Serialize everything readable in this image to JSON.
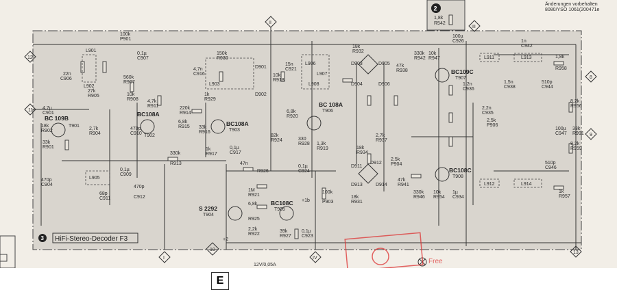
{
  "header": {
    "note_line1": "Änderungen vorbehalten",
    "note_line2": "8080/YSO 1061(200471e"
  },
  "board": {
    "number": "3",
    "title": "HiFi-Stereo-Decoder F3",
    "top_module_number": "2"
  },
  "figure_label": "E",
  "connectors": [
    "12",
    "11",
    "8",
    "9",
    "II",
    "III",
    "I",
    "IV",
    "10",
    "13",
    "+2",
    "+1b"
  ],
  "transistors": [
    {
      "type": "BC 109B",
      "ref": "T901"
    },
    {
      "type": "BC108A",
      "ref": "T902"
    },
    {
      "type": "BC108A",
      "ref": "T903"
    },
    {
      "type": "S 2292",
      "ref": "T904"
    },
    {
      "type": "BC108C",
      "ref": "T905"
    },
    {
      "type": "BC 108A",
      "ref": "T906"
    },
    {
      "type": "BC109C",
      "ref": "T907"
    },
    {
      "type": "BC108C",
      "ref": "T908"
    }
  ],
  "components": [
    {
      "value": "1,8k",
      "ref": "R542"
    },
    {
      "value": "100µ",
      "ref": "C926"
    },
    {
      "value": "100k",
      "ref": "P901"
    },
    {
      "value": "0,1µ",
      "ref": "C907"
    },
    {
      "value": "22n",
      "ref": "C906"
    },
    {
      "value": "27k",
      "ref": "R905"
    },
    {
      "value": "560k",
      "ref": "R907"
    },
    {
      "value": "10k",
      "ref": "R908"
    },
    {
      "value": "4,7k",
      "ref": "R911"
    },
    {
      "value": "150k",
      "ref": "R930"
    },
    {
      "value": "4,7n",
      "ref": "C916"
    },
    {
      "value": "10k",
      "ref": "R918"
    },
    {
      "value": "15n",
      "ref": "C921"
    },
    {
      "value": "18k",
      "ref": "R932"
    },
    {
      "value": "47k",
      "ref": "R938"
    },
    {
      "value": "330k",
      "ref": "R942"
    },
    {
      "value": "10k",
      "ref": "R947"
    },
    {
      "value": "1n",
      "ref": "C942"
    },
    {
      "value": "1,8k",
      "ref": "R958"
    },
    {
      "value": "1,2n",
      "ref": "C936"
    },
    {
      "value": "1,5n",
      "ref": "C938"
    },
    {
      "value": "510p",
      "ref": "C944"
    },
    {
      "value": "4,7µ",
      "ref": "C901"
    },
    {
      "value": "18k",
      "ref": "R902"
    },
    {
      "value": "33k",
      "ref": "R901"
    },
    {
      "value": "2,7k",
      "ref": "R904"
    },
    {
      "value": "470p",
      "ref": "C910"
    },
    {
      "value": "6,8k",
      "ref": "R915"
    },
    {
      "value": "33k",
      "ref": "R916"
    },
    {
      "value": "220k",
      "ref": "R914"
    },
    {
      "value": "1k",
      "ref": "R929"
    },
    {
      "value": "0,1µ",
      "ref": "C917"
    },
    {
      "value": "1k",
      "ref": "R917"
    },
    {
      "value": "330k",
      "ref": "R913"
    },
    {
      "value": "82k",
      "ref": "R924"
    },
    {
      "value": "6,8k",
      "ref": "R920"
    },
    {
      "value": "47n",
      "ref": "R926"
    },
    {
      "value": "0,1µ",
      "ref": "C924"
    },
    {
      "value": "1M",
      "ref": "R921"
    },
    {
      "value": "6,8k",
      "ref": "R925"
    },
    {
      "value": "2,2k",
      "ref": "R922"
    },
    {
      "value": "39k",
      "ref": "R927"
    },
    {
      "value": "0,1µ",
      "ref": "C923"
    },
    {
      "value": "100k",
      "ref": "P903"
    },
    {
      "value": "1,3k",
      "ref": "R919"
    },
    {
      "value": "330",
      "ref": "R928"
    },
    {
      "value": "18k",
      "ref": "R934"
    },
    {
      "value": "18k",
      "ref": "R931"
    },
    {
      "value": "2,7k",
      "ref": "R937"
    },
    {
      "value": "2,5k",
      "ref": "P904"
    },
    {
      "value": "47k",
      "ref": "R941"
    },
    {
      "value": "330k",
      "ref": "R946"
    },
    {
      "value": "10k",
      "ref": "R954"
    },
    {
      "value": "1µ",
      "ref": "C934"
    },
    {
      "value": "2,2n",
      "ref": "C935"
    },
    {
      "value": "2,5k",
      "ref": "P906"
    },
    {
      "value": "8,2k",
      "ref": "R956"
    },
    {
      "value": "100µ",
      "ref": "C947"
    },
    {
      "value": "33k",
      "ref": "R991"
    },
    {
      "value": "8,2k",
      "ref": "R959"
    },
    {
      "value": "510p",
      "ref": "C946"
    },
    {
      "value": "1k",
      "ref": "R957"
    },
    {
      "value": "68p",
      "ref": "C911"
    },
    {
      "value": "470p",
      "ref": "C912"
    },
    {
      "value": "470p",
      "ref": "C904"
    },
    {
      "value": "0,1µ",
      "ref": "C909"
    }
  ],
  "inductors": [
    "L901",
    "L902",
    "L903",
    "L905",
    "L906",
    "L907",
    "L908",
    "L911",
    "L912",
    "L913",
    "L914"
  ],
  "diodes": [
    "D901",
    "D902",
    "D903",
    "D904",
    "D905",
    "D906",
    "D911",
    "D912",
    "D913",
    "D914"
  ],
  "lamp": "12V/0,05A",
  "stamp_text": "Free"
}
